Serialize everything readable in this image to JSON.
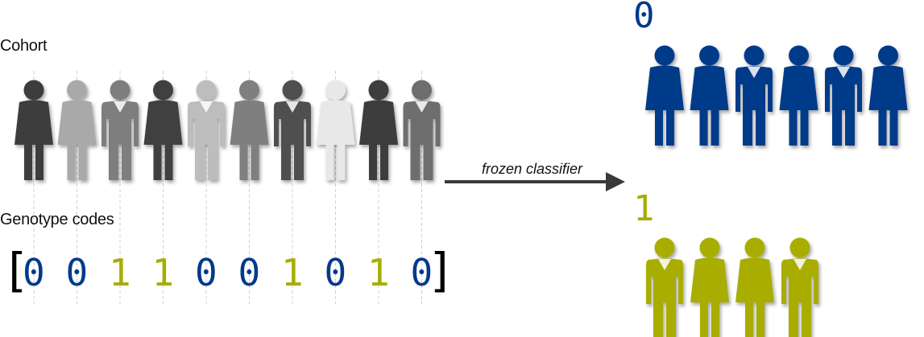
{
  "labels": {
    "cohort": "Cohort",
    "genotype": "Genotype codes",
    "classifier": "frozen classifier",
    "bracket_open": "[",
    "bracket_close": "]"
  },
  "colors": {
    "blue": "#003a8a",
    "olive": "#a8ad00",
    "arrow": "#3a3a3a",
    "guide": "#cfcfcf"
  },
  "cohort": [
    {
      "body": "dress",
      "color": "#3d3d3d",
      "code": "0"
    },
    {
      "body": "dress",
      "color": "#a9a9a9",
      "code": "0"
    },
    {
      "body": "suit",
      "color": "#7e7e7e",
      "code": "1"
    },
    {
      "body": "dress",
      "color": "#404040",
      "code": "1"
    },
    {
      "body": "suit",
      "color": "#bdbdbd",
      "code": "0"
    },
    {
      "body": "dress",
      "color": "#7f7f7f",
      "code": "0"
    },
    {
      "body": "suit",
      "color": "#4f4f4f",
      "code": "1"
    },
    {
      "body": "dress",
      "color": "#e8e8e8",
      "code": "0"
    },
    {
      "body": "dress",
      "color": "#3d3d3d",
      "code": "1"
    },
    {
      "body": "suit",
      "color": "#6e6e6e",
      "code": "0"
    }
  ],
  "groups": [
    {
      "label": "0",
      "color": "#003a8a",
      "members": [
        "dress",
        "dress",
        "suit",
        "dress",
        "suit",
        "dress"
      ]
    },
    {
      "label": "1",
      "color": "#a8ad00",
      "members": [
        "suit",
        "dress",
        "dress",
        "suit"
      ]
    }
  ]
}
